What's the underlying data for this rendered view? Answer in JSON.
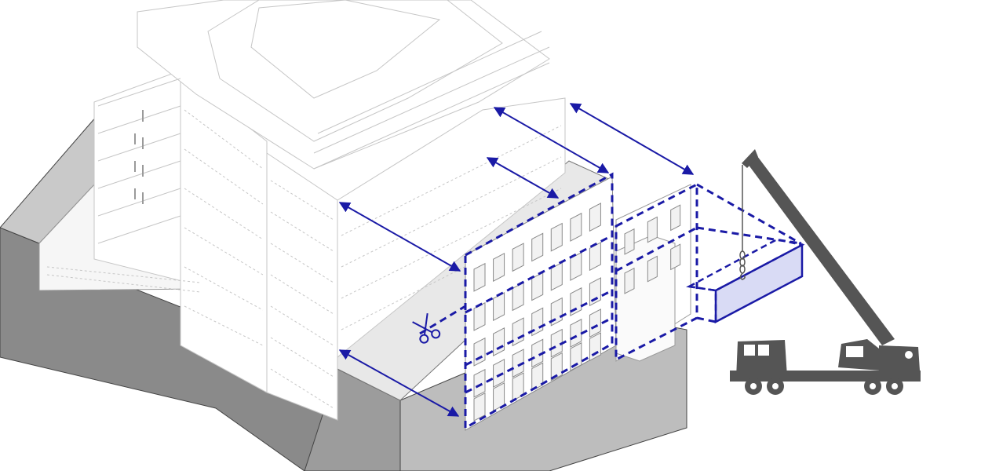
{
  "diagram": {
    "labels": [],
    "colors": {
      "background": "#ffffff",
      "ground_dark": "#7a7a7a",
      "ground_mid": "#a8a8a8",
      "ground_light": "#d6d6d6",
      "pavement": "#e6e6e6",
      "building_line": "#c8c8c8",
      "building_faint": "#dcdcdc",
      "facade_line": "#9a9a9a",
      "accent_blue": "#1a1aa6",
      "blue_fill": "#d9dbf5",
      "crane_gray": "#555555"
    },
    "icons": [
      "scissors-icon",
      "crane-truck-icon",
      "crane-hook-icon"
    ],
    "arrows": [
      "upper-left",
      "upper-middle",
      "upper-right-1",
      "upper-right-2",
      "lower-left"
    ]
  }
}
